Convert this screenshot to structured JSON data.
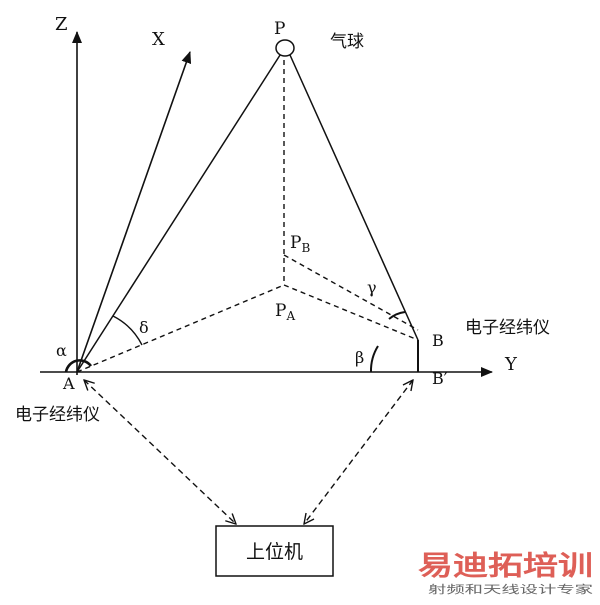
{
  "axes": {
    "z_label": "Z",
    "x_label": "X",
    "y_label": "Y"
  },
  "points": {
    "p": "P",
    "pa": "P",
    "pa_sub": "A",
    "pb": "P",
    "pb_sub": "B",
    "a": "A",
    "b": "B",
    "b_prime": "B′"
  },
  "angles": {
    "alpha": "α",
    "delta": "δ",
    "beta": "β",
    "gamma": "γ"
  },
  "labels": {
    "balloon": "气球",
    "theodolite_left": "电子经纬仪",
    "theodolite_right": "电子经纬仪",
    "host_computer": "上位机"
  },
  "watermark": {
    "main": "易迪拓培训",
    "sub": "射频和天线设计专家"
  }
}
